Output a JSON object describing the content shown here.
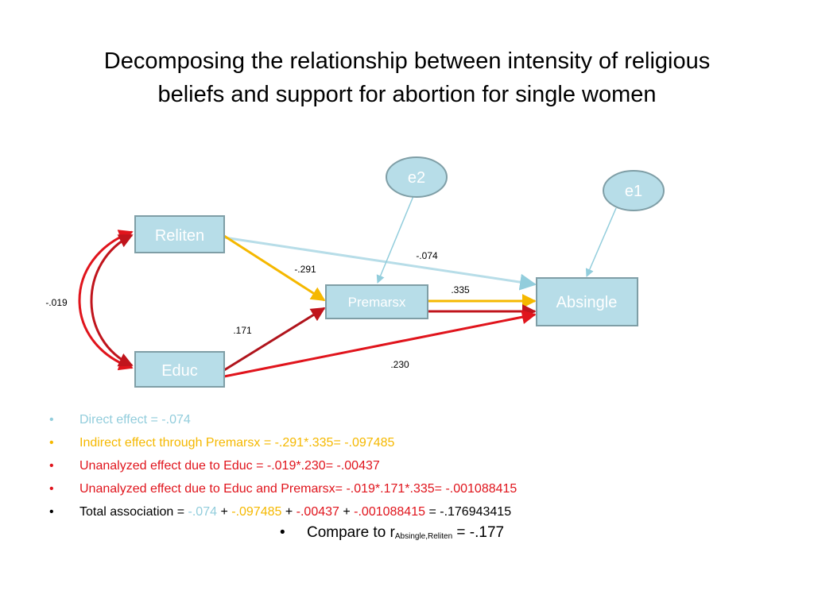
{
  "title": {
    "line1": "Decomposing the relationship between intensity of religious",
    "line2": "beliefs and support for abortion for single women"
  },
  "nodes": {
    "reliten": "Reliten",
    "educ": "Educ",
    "premarsx": "Premarsx",
    "absingle": "Absingle",
    "e1": "e1",
    "e2": "e2"
  },
  "edges": {
    "reliten_absingle": "-.074",
    "reliten_premarsx": "-.291",
    "premarsx_absingle": ".335",
    "educ_premarsx": ".171",
    "educ_absingle": ".230",
    "reliten_educ": "-.019"
  },
  "colors": {
    "box_fill": "#b7dde8",
    "box_border": "#7f9ea6",
    "direct": "#92cddc",
    "indirect": "#f5b800",
    "educ_path": "#e0141c",
    "educ_premarsx": "#c0141c"
  },
  "bullets": {
    "direct": "Direct effect = -.074",
    "indirect": "Indirect effect through Premarsx = -.291*.335= -.097485",
    "unanalyzed1": "Unanalyzed effect due to Educ = -.019*.230= -.00437",
    "unanalyzed2": "Unanalyzed effect due to Educ and Premarsx= -.019*.171*.335= -.001088415",
    "total_prefix": "Total association = ",
    "total_t1": "-.074",
    "total_p1": " + ",
    "total_t2": "-.097485",
    "total_p2": " + ",
    "total_t3": "-.00437",
    "total_p3": " + ",
    "total_t4": "-.001088415",
    "total_result": " = -.176943415"
  },
  "compare": {
    "prefix": "Compare to r",
    "subscript": "Absingle,Reliten",
    "suffix": " = -.177"
  }
}
